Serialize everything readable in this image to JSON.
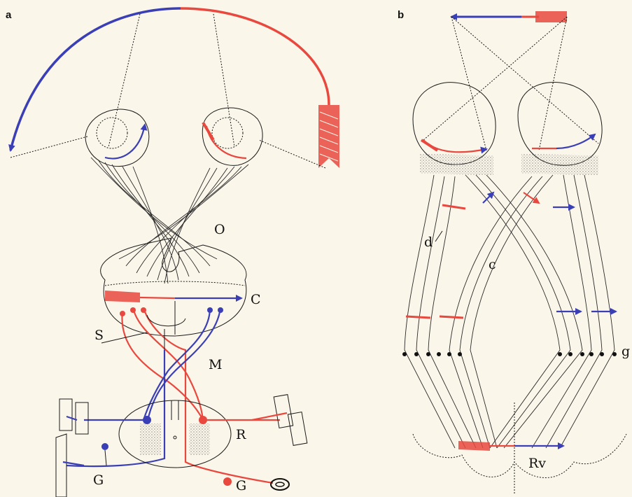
{
  "panels": {
    "a": {
      "letter": "a",
      "labels": {
        "optic": "O",
        "cortex": "C",
        "s": "S",
        "m": "M",
        "r": "R",
        "g": "G",
        "g2": "G"
      }
    },
    "b": {
      "letter": "b",
      "labels": {
        "d": "d",
        "c": "c",
        "g": "g",
        "rv": "Rv"
      }
    }
  },
  "colors": {
    "red": "#e8483e",
    "blue": "#3b3fb5",
    "ink": "#1a1a1a",
    "paper": "#fbf6ea"
  }
}
